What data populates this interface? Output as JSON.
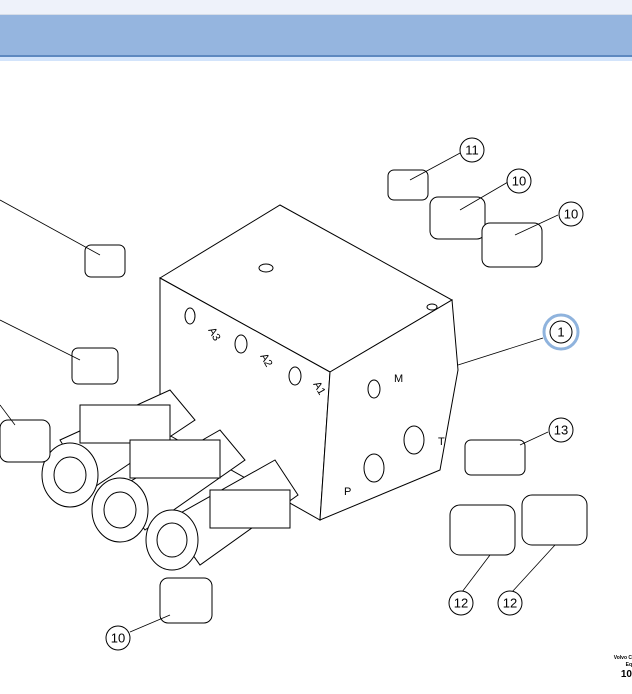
{
  "diagram": {
    "callouts": [
      {
        "id": "c11",
        "label": "11"
      },
      {
        "id": "c10a",
        "label": "10"
      },
      {
        "id": "c10b",
        "label": "10"
      },
      {
        "id": "c1",
        "label": "1",
        "highlighted": true
      },
      {
        "id": "c13",
        "label": "13"
      },
      {
        "id": "c12a",
        "label": "12"
      },
      {
        "id": "c12b",
        "label": "12"
      },
      {
        "id": "c10c",
        "label": "10"
      }
    ],
    "ports": {
      "a3": "A3",
      "a2": "A2",
      "a1": "A1",
      "m": "M",
      "t": "T",
      "p": "P"
    },
    "highlight_color": "#8fb3dd"
  },
  "footer": {
    "line1": "Volvo C",
    "line2": "Eq",
    "line3": "10"
  }
}
